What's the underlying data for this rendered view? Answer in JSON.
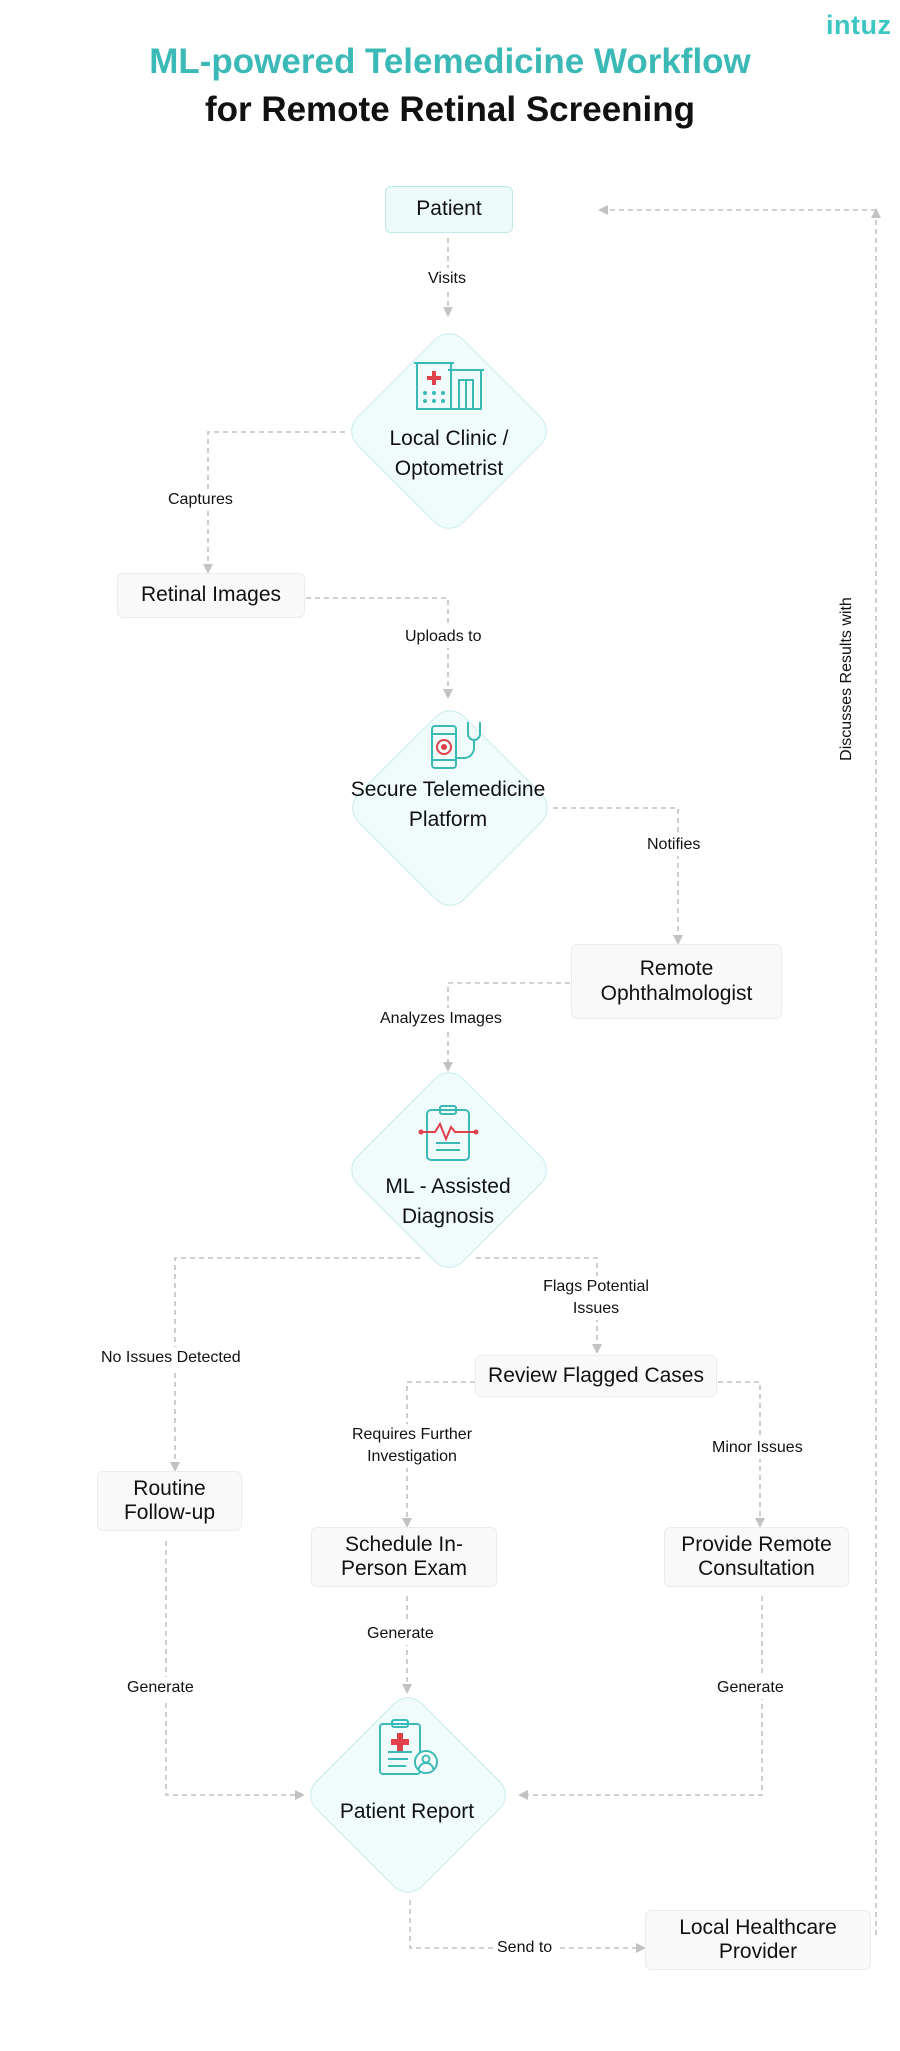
{
  "brand": {
    "logo": "intuz"
  },
  "title": {
    "line1": "ML-powered Telemedicine Workflow",
    "line2": "for Remote Retinal Screening"
  },
  "colors": {
    "accent": "#3ab9b6",
    "icon_red": "#e0404a",
    "connector": "#c2c2c2"
  },
  "nodes": {
    "patient": "Patient",
    "local_clinic": "Local Clinic / Optometrist",
    "retinal_images": "Retinal Images",
    "telemedicine_platform": "Secure Telemedicine Platform",
    "remote_ophthalmologist": "Remote Ophthalmologist",
    "ml_diagnosis": "ML - Assisted Diagnosis",
    "review_flagged": "Review Flagged Cases",
    "routine_followup": "Routine Follow-up",
    "schedule_exam": "Schedule In-Person Exam",
    "remote_consultation": "Provide Remote Consultation",
    "patient_report": "Patient Report",
    "local_provider": "Local Healthcare Provider"
  },
  "edges": {
    "visits": "Visits",
    "captures": "Captures",
    "uploads_to": "Uploads to",
    "notifies": "Notifies",
    "analyzes_images": "Analyzes Images",
    "flags_potential": "Flags Potential Issues",
    "no_issues": "No Issues Detected",
    "requires_further": "Requires Further Investigation",
    "minor_issues": "Minor Issues",
    "generate_left": "Generate",
    "generate_center": "Generate",
    "generate_right": "Generate",
    "send_to": "Send to",
    "discusses": "Discusses Results with"
  },
  "icons": {
    "clinic": "hospital-building-icon",
    "platform": "mobile-stethoscope-icon",
    "diagnosis": "clipboard-heartbeat-icon",
    "report": "medical-report-patient-icon"
  }
}
